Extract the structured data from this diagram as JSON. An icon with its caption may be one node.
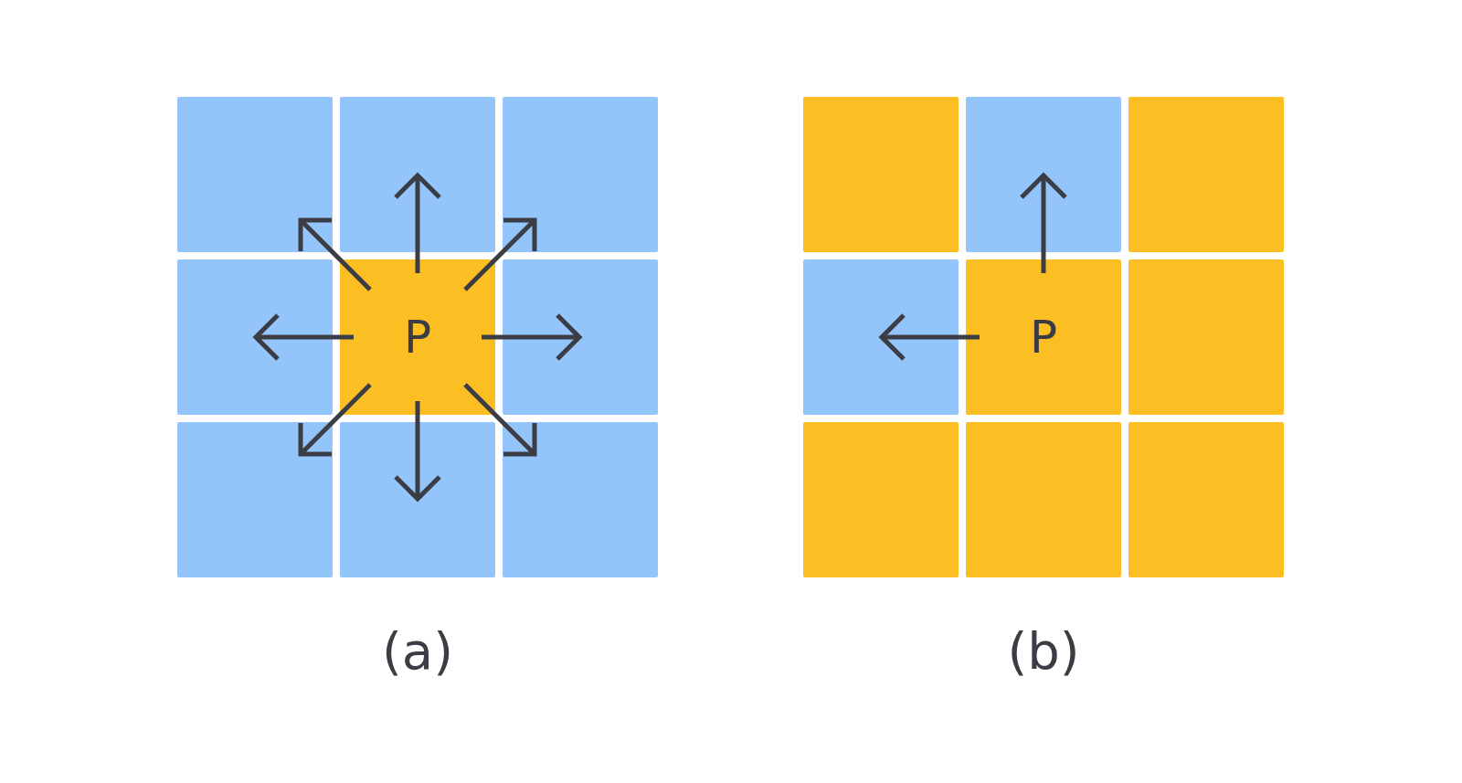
{
  "diagram": {
    "nodes": [
      {
        "text": [],
        "shape": "box"
      },
      {
        "text": [],
        "shape": "box"
      },
      {
        "text": [],
        "shape": "box"
      },
      {
        "text": [],
        "shape": "box"
      },
      {
        "text": [
          "P"
        ]
      },
      {
        "text": [],
        "shape": "box"
      },
      {
        "text": [],
        "shape": "box"
      },
      {
        "text": [],
        "shape": "box"
      },
      {
        "text": [],
        "shape": "box"
      },
      {
        "text": [],
        "shape": "box"
      },
      {
        "text": [],
        "shape": "box"
      },
      {
        "text": [],
        "shape": "box"
      },
      {
        "text": [],
        "shape": "box"
      },
      {
        "text": [
          "P"
        ]
      },
      {
        "text": [],
        "shape": "box"
      },
      {
        "text": [],
        "shape": "box"
      },
      {
        "text": [],
        "shape": "box"
      },
      {
        "text": [],
        "shape": "box"
      }
    ],
    "edges": [
      {
        "from": 4,
        "to": 0,
        "arrow": "to"
      },
      {
        "from": 4,
        "to": 1,
        "arrow": "to"
      },
      {
        "from": 4,
        "to": 2,
        "arrow": "to"
      },
      {
        "from": 4,
        "to": 3,
        "arrow": "to"
      },
      {
        "from": 4,
        "to": 5,
        "arrow": "to"
      },
      {
        "from": 4,
        "to": 6,
        "arrow": "to"
      },
      {
        "from": 4,
        "to": 7,
        "arrow": "to"
      },
      {
        "from": 4,
        "to": 8,
        "arrow": "to"
      },
      {
        "from": 13,
        "to": 10,
        "arrow": "to"
      },
      {
        "from": 13,
        "to": 12,
        "arrow": "to"
      }
    ],
    "labels": [
      "(a)",
      "(b)"
    ]
  }
}
